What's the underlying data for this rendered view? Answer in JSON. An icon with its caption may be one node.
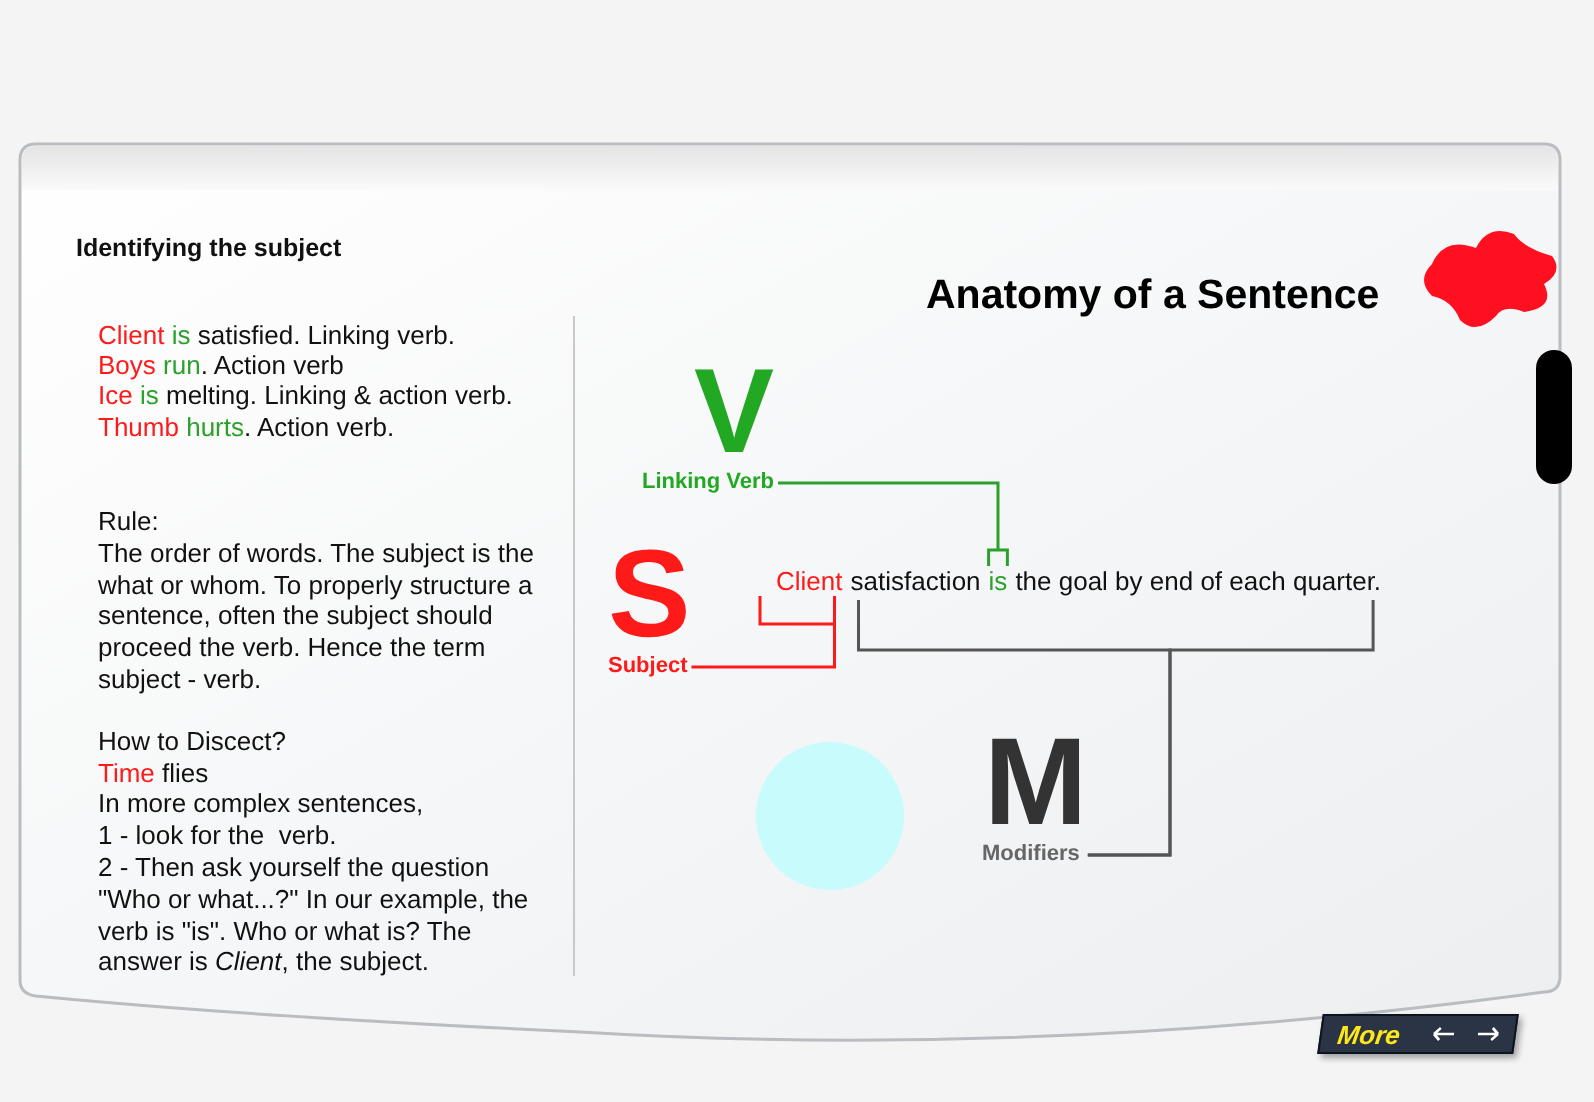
{
  "diagram": {
    "title": "Anatomy of a Sentence",
    "nodes": [
      {
        "text": [
          "V",
          "Linking Verb"
        ]
      },
      {
        "text": [
          "S",
          "Subject"
        ]
      },
      {
        "text": [
          "M",
          "Modifiers"
        ]
      },
      {
        "text": [
          "Client"
        ]
      },
      {
        "text": [
          "satisfaction"
        ]
      },
      {
        "text": [
          "is"
        ]
      },
      {
        "text": [
          "the goal by end of each quarter."
        ]
      }
    ],
    "edges": [
      {
        "from": 0,
        "to": 5,
        "arrow": "none",
        "color": "#2ca02c"
      },
      {
        "from": 1,
        "to": 3,
        "arrow": "none",
        "color": "#ff1a1a"
      },
      {
        "from": 2,
        "to": 4,
        "arrow": "none"
      },
      {
        "from": 2,
        "to": 6,
        "arrow": "none"
      }
    ],
    "labels": [
      "Identifying the subject",
      "Client",
      "is",
      "satisfied. Linking verb.",
      "Boys",
      "run",
      ". Action verb",
      "Ice",
      "is",
      "melting. Linking & action verb.",
      "Thumb",
      "hurts",
      ". Action verb.",
      "Rule:",
      "The order of words. The subject is the what or whom.  To properly structure a sentence, often the subject should proceed the verb. Hence the term subject - verb.",
      "How to Discect?",
      "Time",
      "flies",
      "In more complex sentences,",
      "1 - look for the  verb.",
      "2 - Then ask yourself the question \"Who or what...?\"  In our example, the verb is \"is\". Who or what is? The answer is *Client*, the subject.",
      "More"
    ]
  }
}
